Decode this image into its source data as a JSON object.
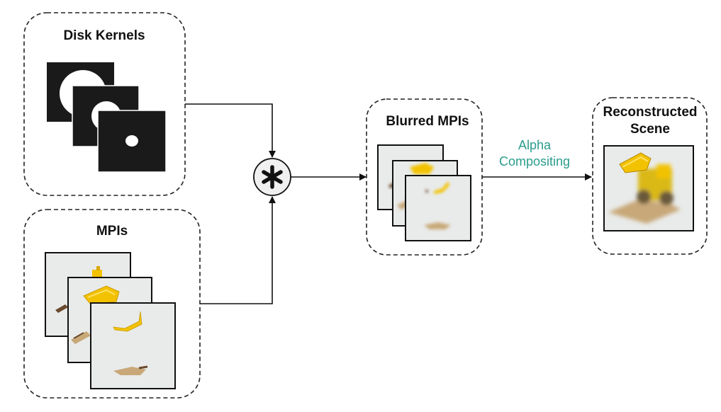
{
  "nodes": {
    "disk_kernels": {
      "label": "Disk Kernels"
    },
    "mpis": {
      "label": "MPIs"
    },
    "blurred_mpis": {
      "label": "Blurred MPIs"
    },
    "reconstructed": {
      "label_line1": "Reconstructed",
      "label_line2": "Scene"
    }
  },
  "operator": {
    "symbol": "convolution-asterisk-icon"
  },
  "edges": {
    "alpha": {
      "label_line1": "Alpha",
      "label_line2": "Compositing"
    }
  },
  "colors": {
    "edge_label": "#2a9c8c",
    "kernel_black": "#1a1a1a",
    "plate_bg": "#e9ebea",
    "toy_yellow": "#f2c200",
    "toy_base": "#c8a878",
    "toy_brown": "#6b4a2e"
  }
}
